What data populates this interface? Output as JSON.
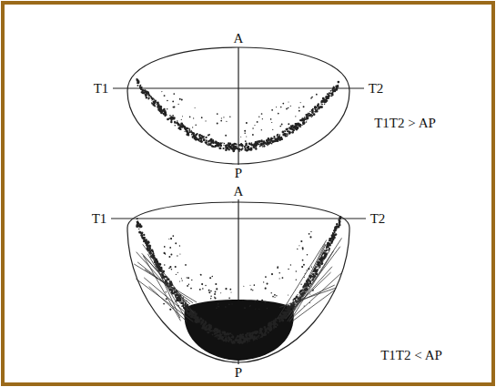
{
  "diagram": {
    "labels": [
      "A",
      "T1",
      "T2",
      "P",
      "T1T2 > AP",
      "A",
      "T1",
      "T2",
      "P",
      "T1T2 < AP"
    ]
  }
}
